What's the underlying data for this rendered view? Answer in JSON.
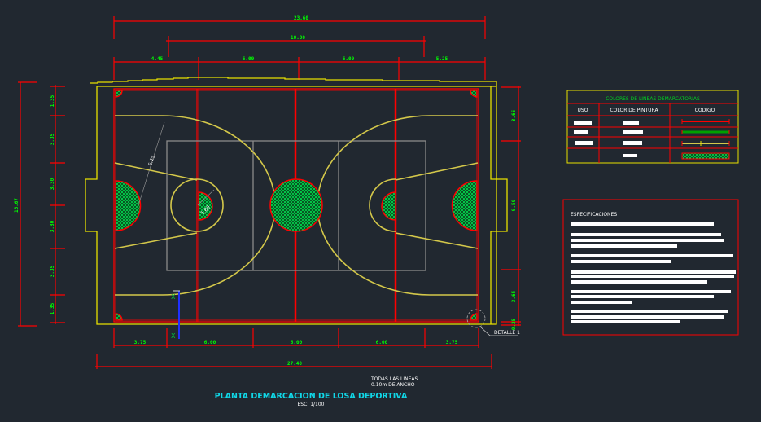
{
  "dimensions": {
    "top_total": "23.60",
    "top_inner": "18.00",
    "top_segments": [
      "4.45",
      "6.00",
      "6.00",
      "5.25"
    ],
    "bottom_segments": [
      "3.75",
      "6.00",
      "6.00",
      "6.00",
      "3.75"
    ],
    "bottom_total": "27.40",
    "left_total": "16.67",
    "left_segments": [
      "1.35",
      "3.35",
      "3.30",
      "3.30",
      "3.35",
      "1.35"
    ],
    "right_segments": [
      "3.65",
      "9.50",
      "3.65",
      "0.25"
    ]
  },
  "court_labels": {
    "three_point_radius": "6.25",
    "free_throw_radius": "1.80"
  },
  "detail_label": "DETALLE 1",
  "axis_label": "X",
  "legend_table": {
    "title": "COLORES DE LINEAS DEMARCATORIAS",
    "headers": [
      "USO",
      "COLOR DE PINTURA",
      "CODIGO"
    ],
    "codes": [
      "red-line",
      "green-line",
      "yellow-line",
      "green-hatch"
    ],
    "colors": {
      "red": "#ff0000",
      "green": "#00a000",
      "yellow": "#d4c84a",
      "hatch": "#00e050"
    }
  },
  "specs": {
    "title": "ESPECIFICACIONES"
  },
  "notes": {
    "line1": "TODAS LAS LINEAS",
    "line2": "0.10m DE ANCHO"
  },
  "title": "PLANTA DEMARCACION DE LOSA DEPORTIVA",
  "scale": "ESC: 1/100"
}
